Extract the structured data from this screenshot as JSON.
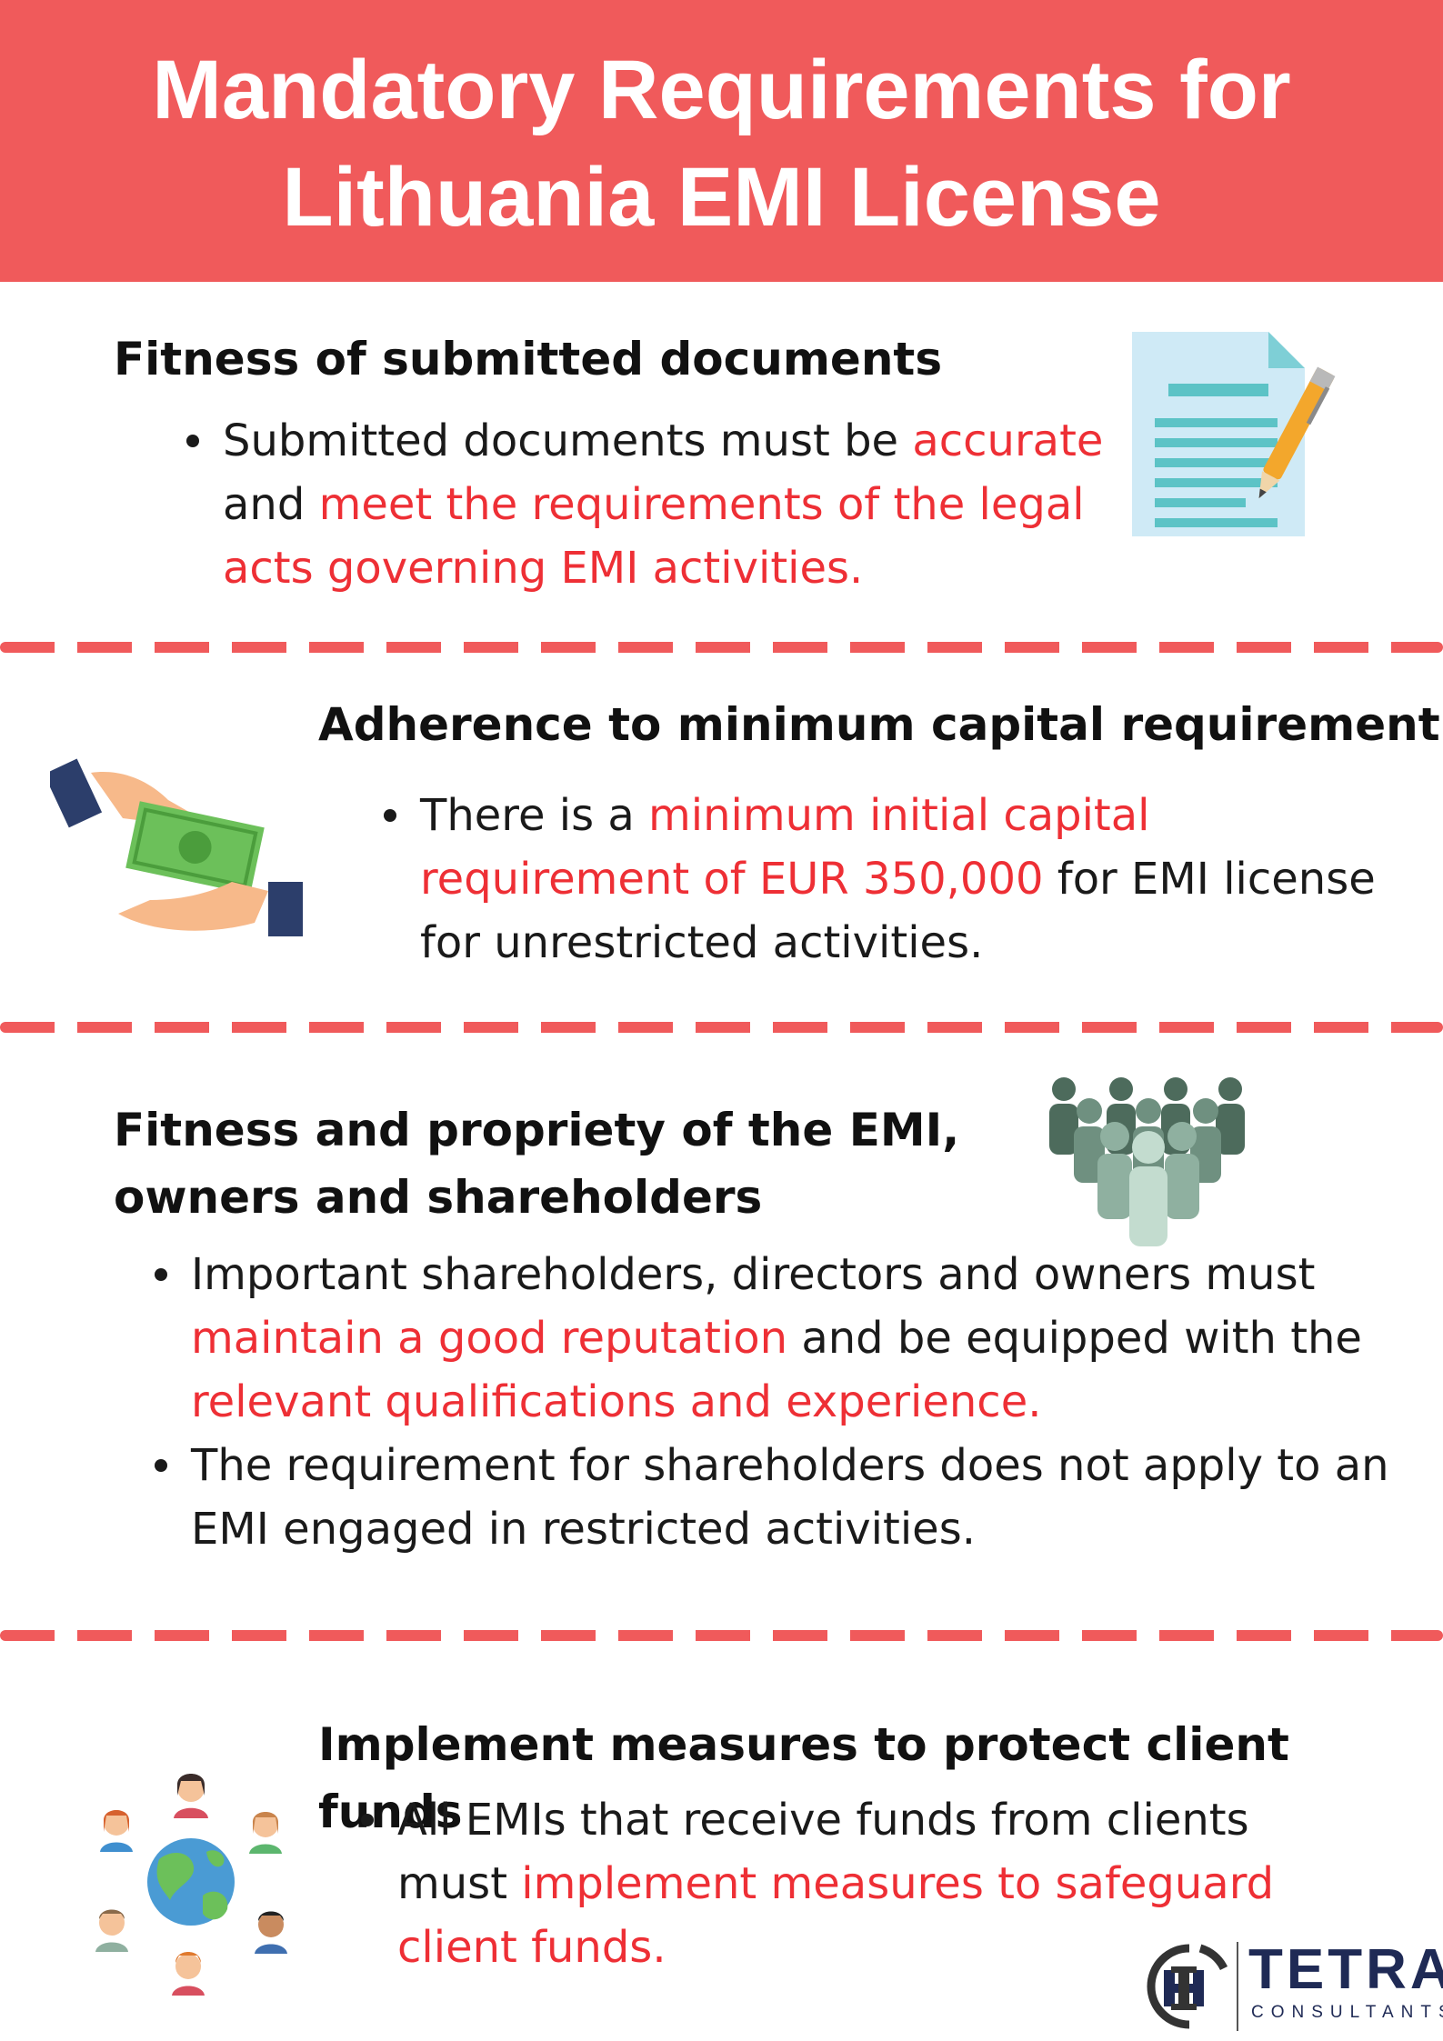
{
  "header": {
    "title_line1": "Mandatory Requirements for",
    "title_line2": "Lithuania EMI License"
  },
  "sections": [
    {
      "heading": "Fitness of submitted documents",
      "icon": "document-pen-icon",
      "bullets": [
        {
          "lines": [
            [
              "Submitted documents must be ",
              "accurate"
            ],
            [
              "and ",
              "meet the requirements of the legal"
            ],
            [
              "",
              "acts governing EMI activities."
            ]
          ]
        }
      ]
    },
    {
      "heading": "Adherence to minimum capital requirement",
      "icon": "money-exchange-icon",
      "bullets": [
        {
          "lines": [
            [
              "There is a ",
              "minimum initial capital"
            ],
            [
              "",
              "requirement of EUR 350,000",
              " for EMI license"
            ],
            [
              "for unrestricted activities."
            ]
          ]
        }
      ]
    },
    {
      "heading_line1": "Fitness and propriety of the EMI,",
      "heading_line2": "owners and shareholders",
      "icon": "crowd-icon",
      "bullets": [
        {
          "lines": [
            [
              "Important shareholders, directors and owners must"
            ],
            [
              "",
              "maintain a good reputation",
              " and be equipped with the"
            ],
            [
              "",
              "relevant qualifications and experience."
            ]
          ]
        },
        {
          "lines": [
            [
              "The requirement for shareholders does not apply to an"
            ],
            [
              "EMI engaged in restricted activities."
            ]
          ]
        }
      ]
    },
    {
      "heading": "Implement measures to protect client funds",
      "icon": "globe-people-icon",
      "bullets": [
        {
          "lines": [
            [
              "All EMIs that receive funds from clients"
            ],
            [
              "must ",
              "implement measures to safeguard"
            ],
            [
              "",
              "client funds."
            ]
          ]
        }
      ]
    }
  ],
  "logo": {
    "name": "TETRA",
    "subtitle": "CONSULTANTS",
    "icon": "tetra-logo-icon"
  },
  "colors": {
    "accent": "#f05a5b",
    "highlight": "#ee2f35",
    "brand": "#1f2a55"
  }
}
